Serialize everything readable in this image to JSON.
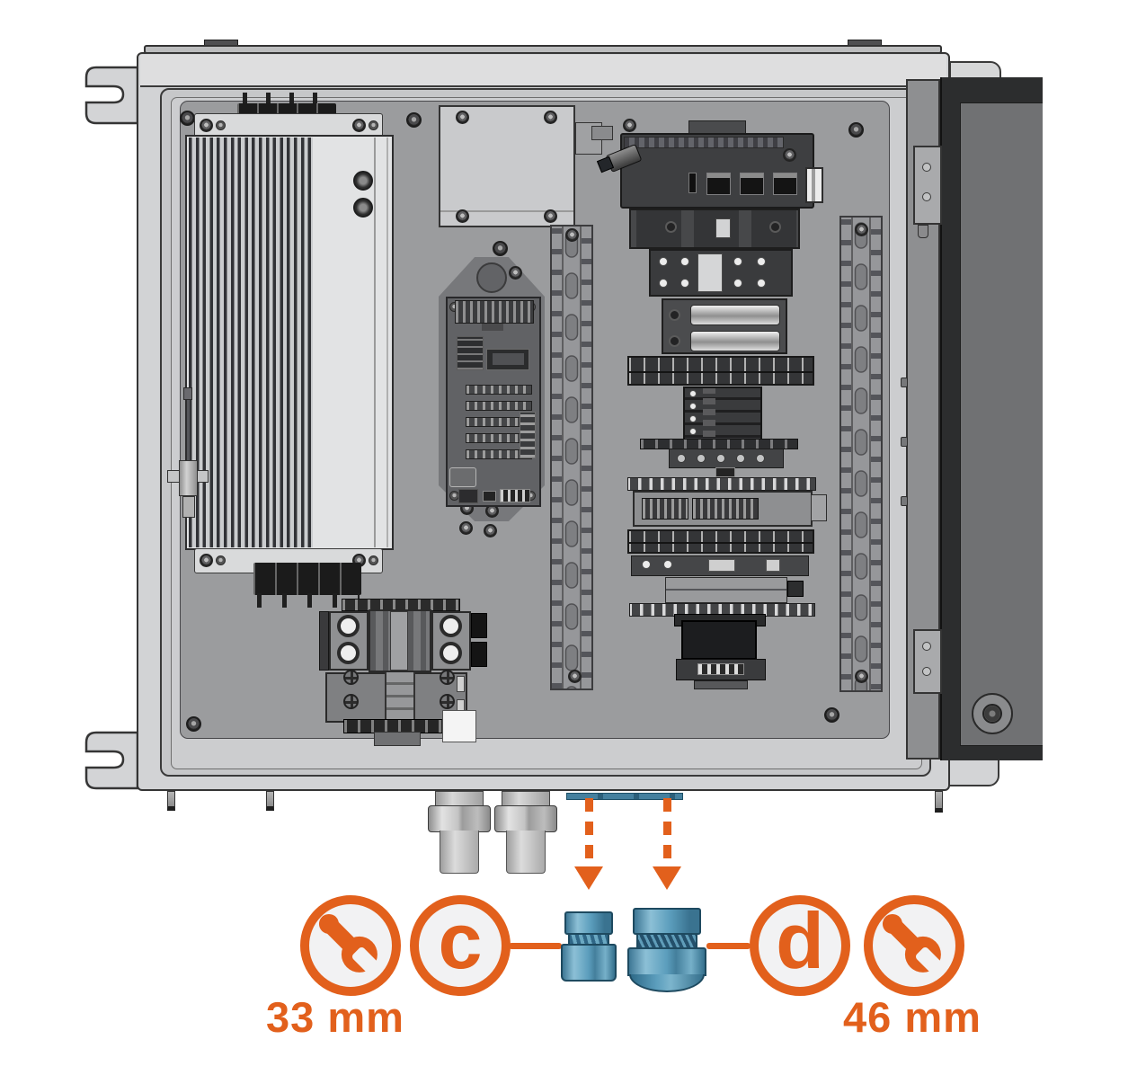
{
  "figure": {
    "type": "exploded-installation-diagram",
    "subject": "electrical control cabinet with open door and bottom cable glands"
  },
  "callouts": {
    "left_tool": {
      "icon": "wrench-icon",
      "size_label": "33 mm"
    },
    "gland_c": {
      "step_label": "c"
    },
    "gland_d": {
      "step_label": "d"
    },
    "right_tool": {
      "icon": "wrench-icon",
      "size_label": "46 mm"
    },
    "arrow_count": 2
  },
  "colors": {
    "accent_orange": "#e2601c",
    "gland_blue": "#5b9dbc",
    "enclosure_gray": "#d2d3d5",
    "backplane_gray": "#9b9c9e",
    "door_gray": "#707173"
  }
}
